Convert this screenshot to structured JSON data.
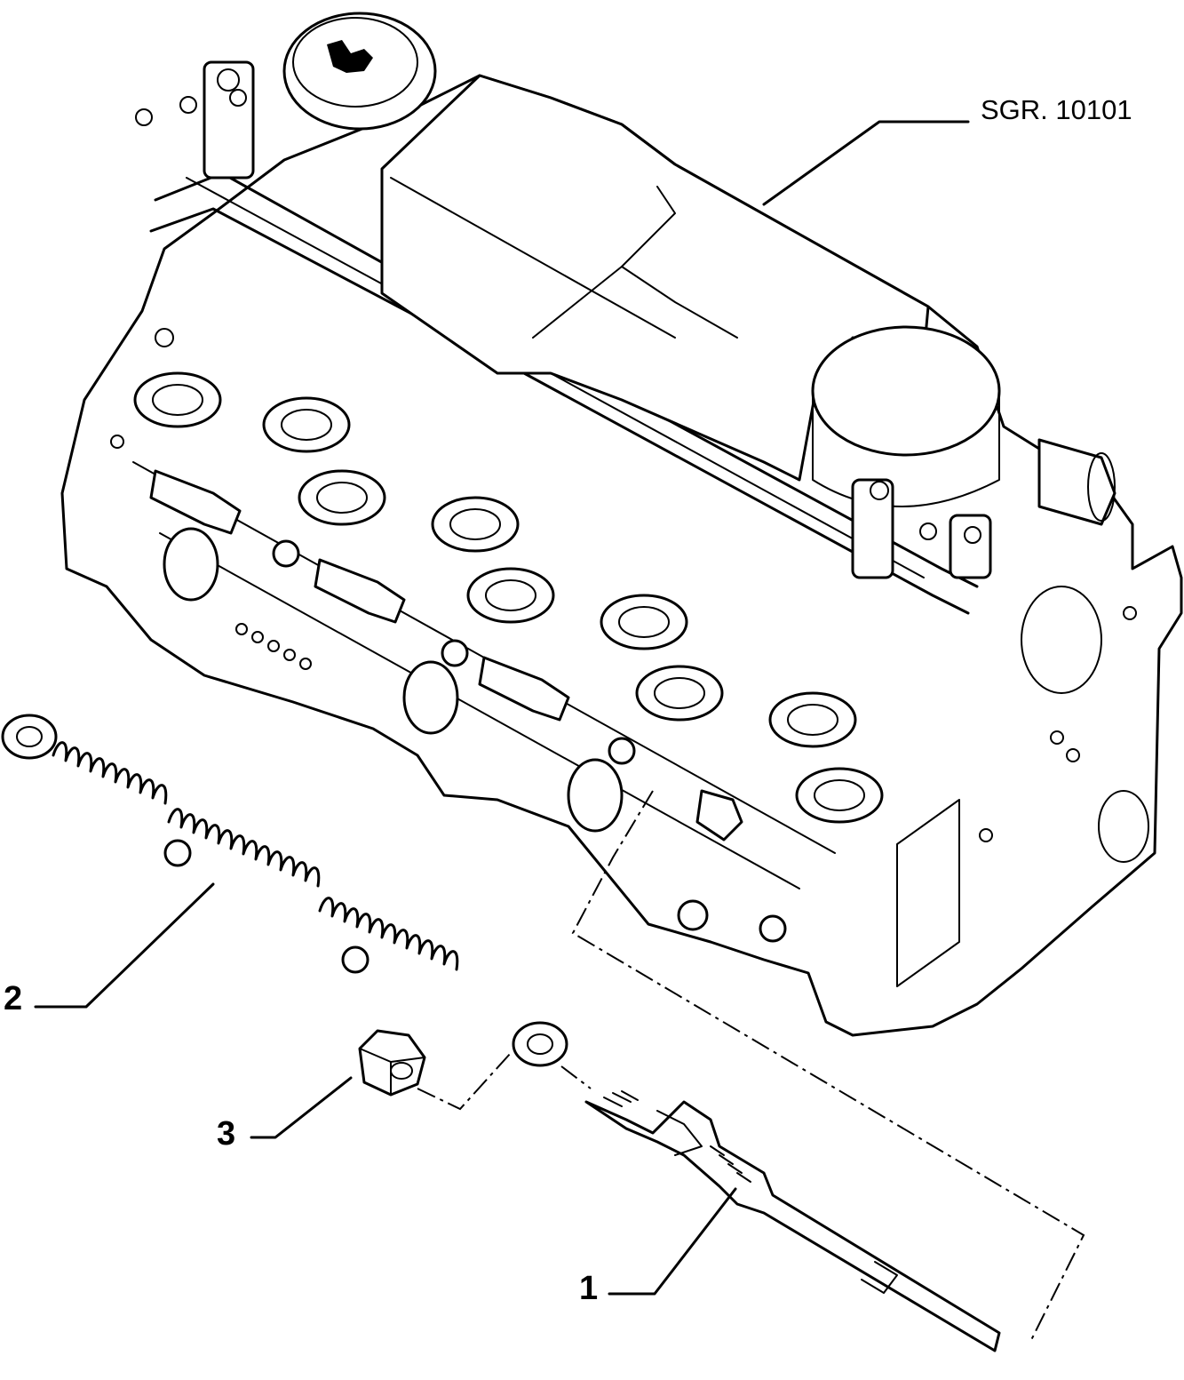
{
  "callouts": {
    "reference": "SGR. 10101",
    "part_1": "1",
    "part_2": "2",
    "part_3": "3"
  },
  "icons": {
    "cylinder_head": "engine-cylinder-head-drawing",
    "glow_plug": "glow-plug-drawing",
    "harness": "glow-plug-harness-drawing",
    "nut": "flange-nut-drawing"
  }
}
